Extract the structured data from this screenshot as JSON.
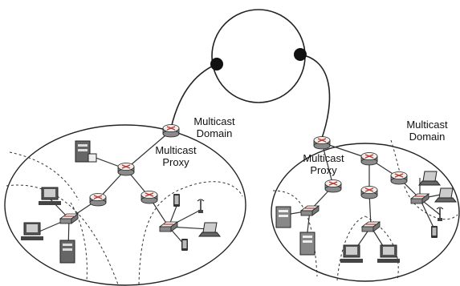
{
  "labels": {
    "left_domain": [
      "Multicast",
      "Domain"
    ],
    "left_proxy": [
      "Multicast",
      "Proxy"
    ],
    "right_domain": [
      "Multicast",
      "Domain"
    ],
    "right_proxy": [
      "Multicast",
      "Proxy"
    ]
  },
  "colors": {
    "stroke": "#222222",
    "router_top": "#eeeeee",
    "router_side": "#8a8a8a",
    "router_mark": "#c0392b",
    "device": "#555555",
    "screen": "#cccccc"
  },
  "nodes": [
    {
      "type": "router",
      "name": "core-router-left"
    },
    {
      "type": "router",
      "name": "core-router-right"
    },
    {
      "type": "server",
      "name": "server-left-top"
    },
    {
      "type": "server",
      "name": "server-left-bottom"
    },
    {
      "type": "server",
      "name": "server-right-1"
    },
    {
      "type": "server",
      "name": "server-right-2"
    },
    {
      "type": "laptop",
      "name": "laptop-left"
    },
    {
      "type": "laptop",
      "name": "laptop-right-1"
    },
    {
      "type": "laptop",
      "name": "laptop-right-2"
    },
    {
      "type": "pc",
      "name": "desktop-pc-left-1"
    },
    {
      "type": "pc",
      "name": "desktop-pc-left-2"
    },
    {
      "type": "pc",
      "name": "desktop-pc-right-1"
    },
    {
      "type": "pc",
      "name": "desktop-pc-right-2"
    }
  ]
}
